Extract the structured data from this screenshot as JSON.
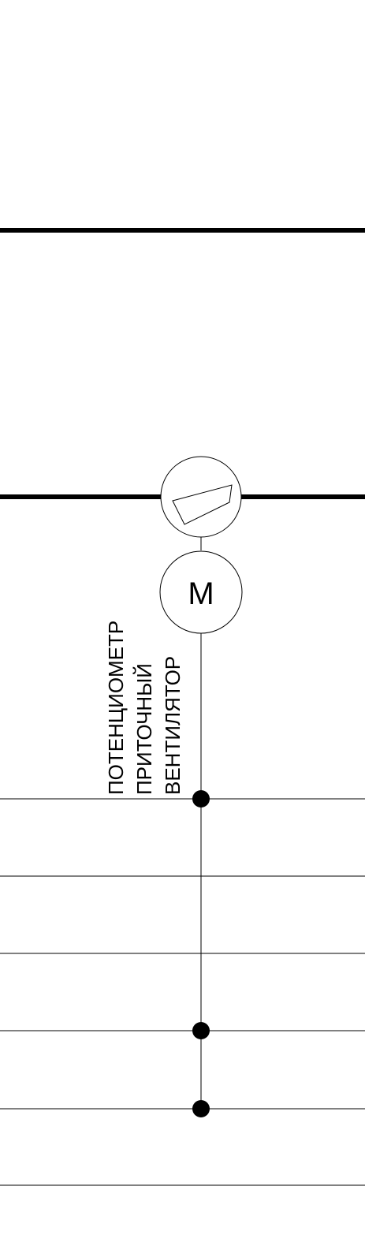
{
  "motor": {
    "symbol": "M"
  },
  "label": {
    "line1": "ПОТЕНЦИОМЕТР",
    "line2": "ПРИТОЧНЫЙ",
    "line3": "ВЕНТИЛЯТОР"
  }
}
